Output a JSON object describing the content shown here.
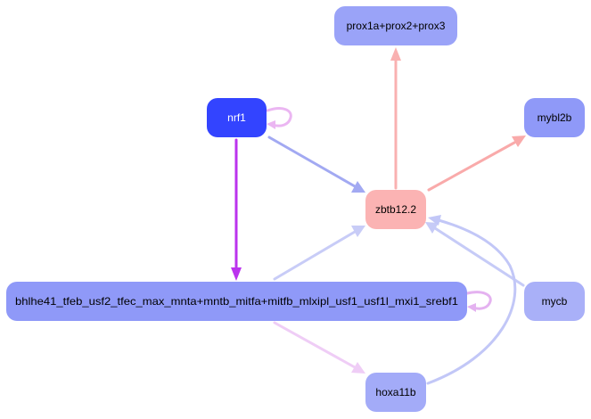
{
  "graph": {
    "nodes": [
      {
        "id": "prox",
        "label": "prox1a+prox2+prox3",
        "fill": "#9aa3f8",
        "text_color": "#000000"
      },
      {
        "id": "nrf1",
        "label": "nrf1",
        "fill": "#3344ff",
        "text_color": "#ffffff"
      },
      {
        "id": "mybl2b",
        "label": "mybl2b",
        "fill": "#8f99f8",
        "text_color": "#000000"
      },
      {
        "id": "zbtb",
        "label": "zbtb12.2",
        "fill": "#fbb3b3",
        "text_color": "#000000"
      },
      {
        "id": "bhlhe",
        "label": "bhlhe41_tfeb_usf2_tfec_max_mnta+mntb_mitfa+mitfb_mlxipl_usf1_usf1l_mxi1_srebf1",
        "fill": "#8f99f8",
        "text_color": "#000000"
      },
      {
        "id": "mycb",
        "label": "mycb",
        "fill": "#a9b0f8",
        "text_color": "#000000"
      },
      {
        "id": "hoxa11b",
        "label": "hoxa11b",
        "fill": "#a3abf8",
        "text_color": "#000000"
      }
    ],
    "edges": [
      {
        "id": "zbtb-prox",
        "from": "zbtb12.2",
        "to": "prox1a+prox2+prox3",
        "color": "#f9b1b1"
      },
      {
        "id": "zbtb-mybl2b",
        "from": "zbtb12.2",
        "to": "mybl2b",
        "color": "#f9aaaa"
      },
      {
        "id": "nrf1-zbtb",
        "from": "nrf1",
        "to": "zbtb12.2",
        "color": "#a2a9f2"
      },
      {
        "id": "nrf1-bhlhe",
        "from": "nrf1",
        "to": "bhlhe41_tfeb…",
        "color": "#bb33ee"
      },
      {
        "id": "nrf1-self",
        "from": "nrf1",
        "to": "nrf1",
        "color": "#ebb6f2"
      },
      {
        "id": "bhlhe-zbtb",
        "from": "bhlhe41_tfeb…",
        "to": "zbtb12.2",
        "color": "#c8ccf7"
      },
      {
        "id": "bhlhe-self",
        "from": "bhlhe41_tfeb…",
        "to": "bhlhe41_tfeb…",
        "color": "#e4b2f0"
      },
      {
        "id": "bhlhe-hoxa",
        "from": "bhlhe41_tfeb…",
        "to": "hoxa11b",
        "color": "#efcdf6"
      },
      {
        "id": "mycb-zbtb",
        "from": "mycb",
        "to": "zbtb12.2",
        "color": "#c6cbf7"
      },
      {
        "id": "hoxa-zbtb",
        "from": "hoxa11b",
        "to": "zbtb12.2",
        "color": "#c2c7f7"
      }
    ]
  }
}
